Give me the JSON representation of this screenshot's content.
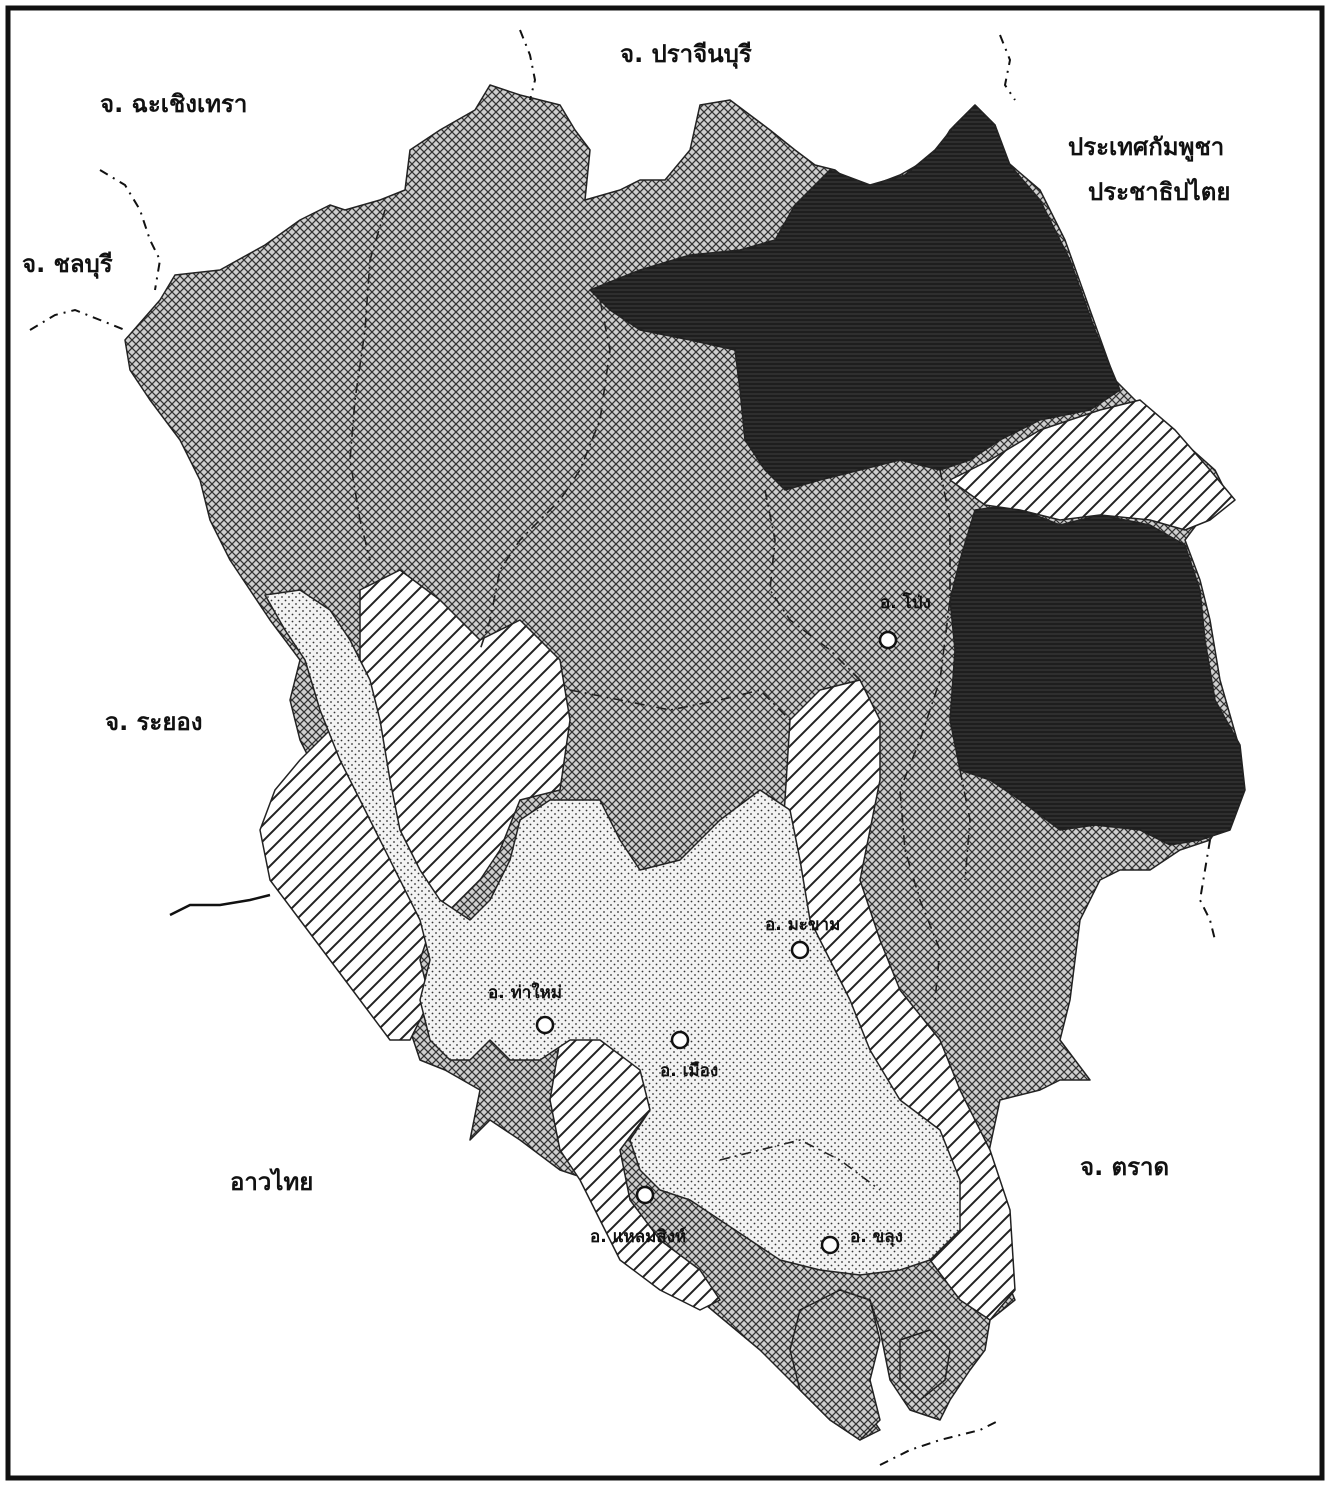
{
  "map": {
    "labels": {
      "chachoengsao": "จ. ฉะเชิงเทรา",
      "prachinburi": "จ. ปราจีนบุรี",
      "cambodia_line1": "ประเทศกัมพูชา",
      "cambodia_line2": "ประชาธิปไตย",
      "chonburi": "จ. ชลบุรี",
      "rayong": "จ. ระยอง",
      "gulf_of_thailand": "อาวไทย",
      "trat": "จ. ตราด"
    },
    "towns": {
      "pong_nam_ron": "อ. โป่ง",
      "makham": "อ. มะขาม",
      "tha_mai": "อ. ท่าใหม่",
      "mueang": "อ. เมือง",
      "laem_sing": "อ. แหลมสิงห์",
      "khlung": "อ. ขลุง"
    },
    "colors": {
      "ink": "#111111",
      "paper": "#ffffff",
      "dark_fill": "#1e1e1e",
      "crosshatch_bg": "#c9c9c9"
    },
    "patterns": [
      "crosshatch",
      "dark-horizontal",
      "diagonal-stripes",
      "dots"
    ]
  }
}
